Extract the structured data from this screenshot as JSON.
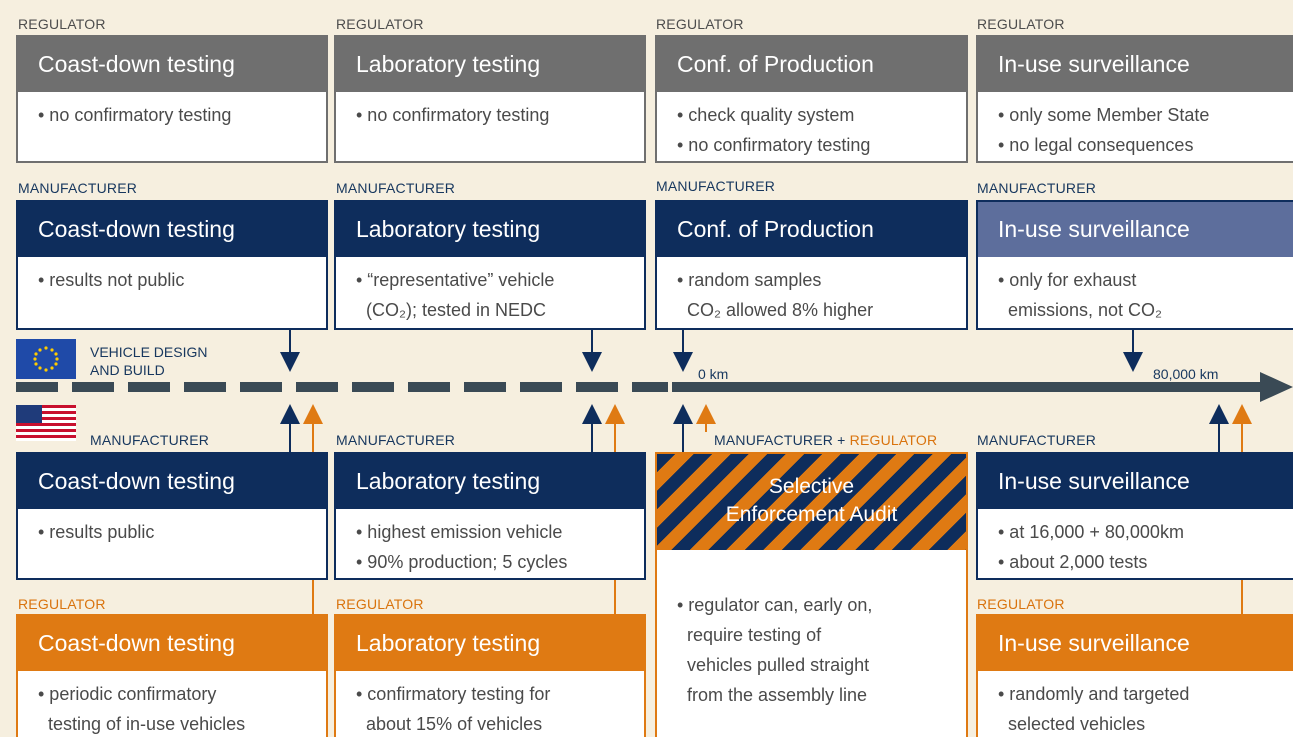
{
  "colors": {
    "background": "#f6efdf",
    "regulator_eu": "#6f6f6f",
    "manufacturer": "#0e2d5c",
    "regulator_us": "#df7a13",
    "in_use_light": "#5d6e9c"
  },
  "eu_regulator": [
    {
      "caption": "REGULATOR",
      "title": "Coast-down testing",
      "lines": [
        "• no confirmatory testing"
      ]
    },
    {
      "caption": "REGULATOR",
      "title": "Laboratory testing",
      "lines": [
        "• no confirmatory testing"
      ]
    },
    {
      "caption": "REGULATOR",
      "title": "Conf. of Production",
      "lines": [
        "• check quality system",
        "• no confirmatory testing"
      ]
    },
    {
      "caption": "REGULATOR",
      "title": "In-use surveillance",
      "lines": [
        "• only some Member State",
        "• no legal consequences"
      ]
    }
  ],
  "eu_manufacturer": [
    {
      "caption": "MANUFACTURER",
      "title": "Coast-down testing",
      "lines": [
        "• results not public"
      ]
    },
    {
      "caption": "MANUFACTURER",
      "title": "Laboratory testing",
      "lines": [
        "• “representative” vehicle",
        "  (CO₂); tested in NEDC"
      ]
    },
    {
      "caption": "MANUFACTURER",
      "title": "Conf. of Production",
      "lines": [
        "• random samples",
        "  CO₂ allowed 8% higher"
      ]
    },
    {
      "caption": "MANUFACTURER",
      "title": "In-use surveillance",
      "lines": [
        "• only for exhaust",
        "  emissions, not CO₂"
      ]
    }
  ],
  "timeline": {
    "eu_label_1": "VEHICLE DESIGN",
    "eu_label_2": "AND BUILD",
    "start_label": "0 km",
    "end_label": "80,000 km",
    "eu_flag_icon": "eu-flag-icon",
    "us_flag_icon": "us-flag-icon"
  },
  "us_manufacturer": [
    {
      "caption": "MANUFACTURER",
      "title": "Coast-down testing",
      "lines": [
        "• results public"
      ]
    },
    {
      "caption": "MANUFACTURER",
      "title": "Laboratory testing",
      "lines": [
        "• highest emission vehicle",
        "• 90% production; 5 cycles"
      ]
    },
    {
      "caption": "MANUFACTURER",
      "title": "In-use surveillance",
      "lines": [
        "• at 16,000 + 80,000km",
        "• about 2,000 tests"
      ]
    }
  ],
  "sea": {
    "caption_a": "MANUFACTURER",
    "caption_plus": " + ",
    "caption_b": "REGULATOR",
    "title_1": "Selective",
    "title_2": "Enforcement Audit",
    "lines": [
      "• regulator can, early on,",
      "  require testing of",
      "  vehicles pulled straight",
      "  from the assembly line"
    ]
  },
  "us_regulator": [
    {
      "caption": "REGULATOR",
      "title": "Coast-down testing",
      "lines": [
        "• periodic confirmatory",
        "  testing of in-use vehicles"
      ]
    },
    {
      "caption": "REGULATOR",
      "title": "Laboratory testing",
      "lines": [
        "• confirmatory testing for",
        "  about 15% of vehicles"
      ]
    },
    {
      "caption": "REGULATOR",
      "title": "In-use surveillance",
      "lines": [
        "• randomly and targeted",
        "  selected vehicles"
      ]
    }
  ]
}
